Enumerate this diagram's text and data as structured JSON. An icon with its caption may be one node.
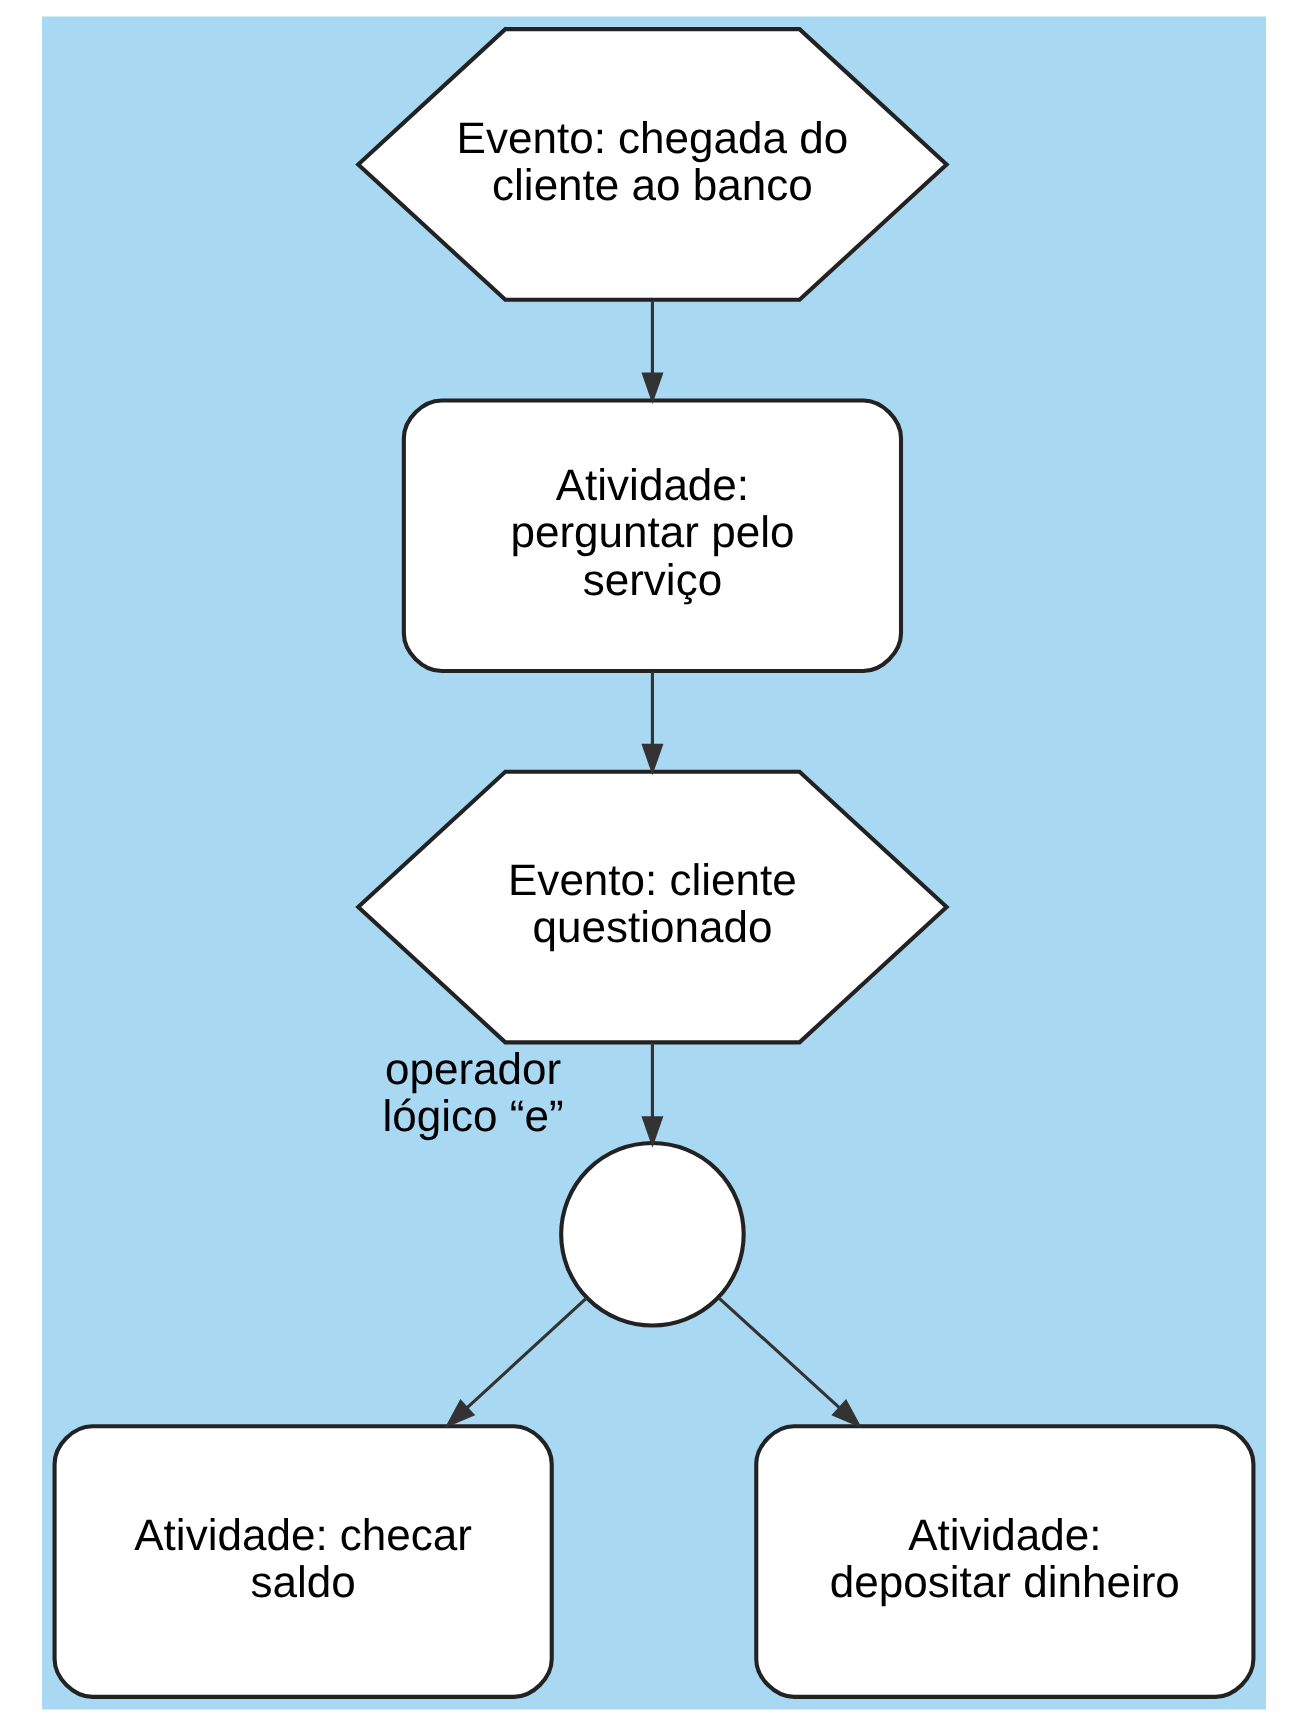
{
  "diagram": {
    "nodes": [
      {
        "text": [
          "Evento: chegada do cliente ao banco"
        ]
      },
      {
        "text": [
          "Atividade: perguntar pelo serviço"
        ]
      },
      {
        "text": [
          "Evento: cliente questionado"
        ]
      },
      {
        "text": [],
        "shape": "circle",
        "beside": [
          "operador lógico “e”"
        ]
      },
      {
        "text": [
          "Atividade: checar saldo"
        ]
      },
      {
        "text": [
          "Atividade: depositar dinheiro"
        ]
      }
    ],
    "edges": [
      {
        "from": 0,
        "to": 1,
        "arrow": "to"
      },
      {
        "from": 1,
        "to": 2,
        "arrow": "to"
      },
      {
        "from": 2,
        "to": 3,
        "arrow": "to"
      },
      {
        "from": 3,
        "to": 4,
        "arrow": "to"
      },
      {
        "from": 3,
        "to": 5,
        "arrow": "to"
      }
    ]
  }
}
